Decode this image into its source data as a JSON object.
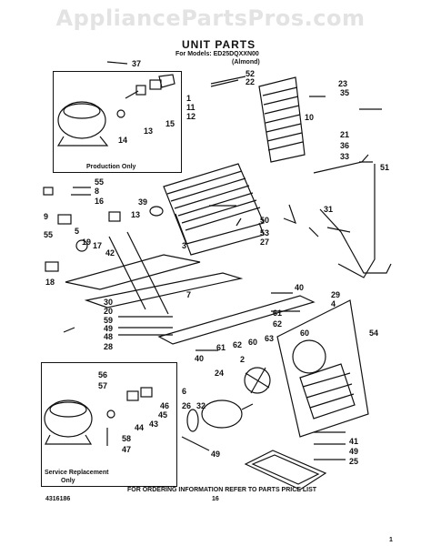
{
  "watermark": "AppliancePartsPros.com",
  "header": {
    "title": "UNIT PARTS",
    "models": "For Models: ED25DQXXN00",
    "color": "(Almond)"
  },
  "boxes": {
    "production": "Production Only",
    "service_line1": "Service Replacement",
    "service_line2": "Only"
  },
  "callouts": {
    "c37": "37",
    "c52": "52",
    "c22": "22",
    "c1": "1",
    "c11": "11",
    "c12": "12",
    "c15": "15",
    "c13": "13",
    "c14": "14",
    "c23": "23",
    "c35": "35",
    "c10": "10",
    "c21": "21",
    "c36": "36",
    "c33": "33",
    "c51": "51",
    "c55a": "55",
    "c8": "8",
    "c16": "16",
    "c9": "9",
    "c39": "39",
    "c13b": "13",
    "c5": "5",
    "c19": "19",
    "c17": "17",
    "c42": "42",
    "c55b": "55",
    "c18": "18",
    "c3": "3",
    "c50": "50",
    "c31": "31",
    "c53": "53",
    "c27": "27",
    "c40a": "40",
    "c29": "29",
    "c4": "4",
    "c7": "7",
    "c30": "30",
    "c20": "20",
    "c59": "59",
    "c49a": "49",
    "c48": "48",
    "c28": "28",
    "c61a": "61",
    "c62a": "62",
    "c60a": "60",
    "c61b": "61",
    "c62b": "62",
    "c60b": "60",
    "c63": "63",
    "c54": "54",
    "c40b": "40",
    "c2": "2",
    "c24": "24",
    "c56": "56",
    "c57": "57",
    "c6": "6",
    "c32": "32",
    "c26": "26",
    "c46": "46",
    "c45": "45",
    "c43": "43",
    "c44": "44",
    "c58": "58",
    "c47": "47",
    "c49b": "49",
    "c41": "41",
    "c49c": "49",
    "c25": "25"
  },
  "footer": {
    "instruction": "FOR ORDERING INFORMATION REFER TO PARTS PRICE LIST",
    "part_number": "4316186",
    "page": "16",
    "corner": "1"
  }
}
